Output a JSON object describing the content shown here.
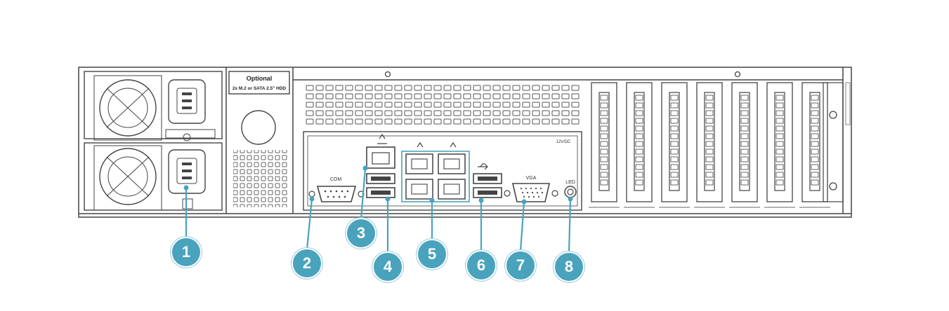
{
  "optional_bay": {
    "title": "Optional",
    "subtitle": "2x M.2 or SATA 2.5\" HDD"
  },
  "port_labels": {
    "com": "COM",
    "vga": "VGA",
    "led": "LED",
    "dc": "12V/DC"
  },
  "callouts": [
    {
      "number": "1"
    },
    {
      "number": "2"
    },
    {
      "number": "3"
    },
    {
      "number": "4"
    },
    {
      "number": "5"
    },
    {
      "number": "6"
    },
    {
      "number": "7"
    },
    {
      "number": "8"
    }
  ],
  "colors": {
    "callout": "#4aa3bd",
    "leader": "#4aa3bd",
    "outline": "#444444",
    "highlight_box": "#4aa3bd"
  },
  "icons": [
    "power-supply-fan-icon",
    "ac-inlet-icon",
    "ethernet-port-icon",
    "usb-icon",
    "vga-connector-icon",
    "serial-connector-icon",
    "led-icon"
  ]
}
